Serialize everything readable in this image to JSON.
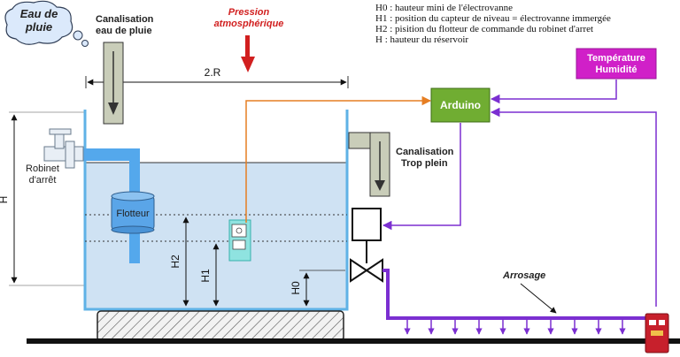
{
  "cloud": {
    "line1": "Eau de",
    "line2": "pluie"
  },
  "rain_pipe": {
    "line1": "Canalisation",
    "line2": "eau de pluie"
  },
  "pressure": {
    "line1": "Pression",
    "line2": "atmosphérique"
  },
  "legend": [
    "H0 : hauteur mini de l'électrovanne",
    "H1 : position du capteur de niveau = électrovanne immergée",
    "H2 : pisition du flotteur de commande du robinet d'arret",
    "H : hauteur du réservoir"
  ],
  "sensor_box": {
    "line1": "Température",
    "line2": "Humidité"
  },
  "radius_label": "2.R",
  "arduino_label": "Arduino",
  "overflow": {
    "line1": "Canalisation",
    "line2": "Trop plein"
  },
  "valve_label": {
    "line1": "Robinet",
    "line2": "d'arrêt"
  },
  "float_label": "Flotteur",
  "dims": {
    "H": "H",
    "H2": "H2",
    "H1": "H1",
    "H0": "H0"
  },
  "watering_label": "Arrosage",
  "colors": {
    "water": "#cfe2f3",
    "tank_border": "#5fb2e6",
    "arduino_fill": "#70ad32",
    "sensor_fill": "#d020c8",
    "wire_orange": "#e67e22",
    "wire_purple": "#7b2fd1",
    "pressure_arrow": "#d11f1f"
  }
}
